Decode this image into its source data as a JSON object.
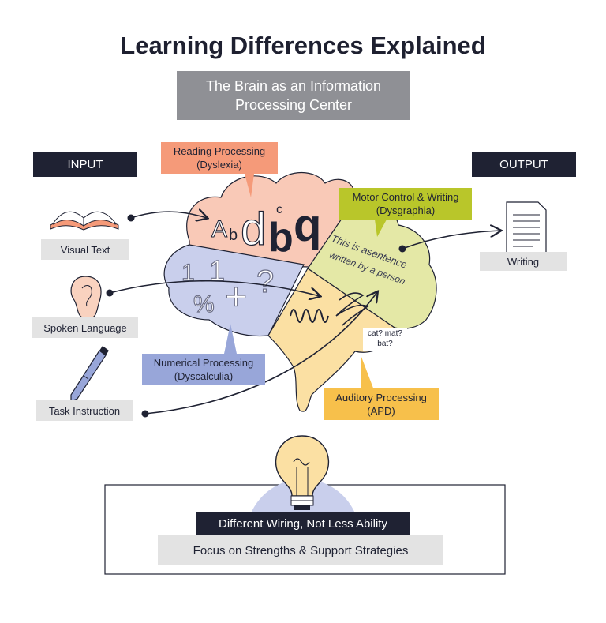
{
  "title": "Learning Differences Explained",
  "subtitle": "The Brain as an Information Processing Center",
  "input_label": "INPUT",
  "output_label": "OUTPUT",
  "inputs": [
    {
      "label": "Visual Text",
      "icon": "open-book-icon"
    },
    {
      "label": "Spoken Language",
      "icon": "ear-icon"
    },
    {
      "label": "Task Instruction",
      "icon": "pen-icon"
    }
  ],
  "output": {
    "label": "Writing",
    "icon": "document-icon"
  },
  "regions": {
    "reading": {
      "line1": "Reading Processing",
      "line2": "(Dyslexia)",
      "color": "#f59a79"
    },
    "motor": {
      "line1": "Motor Control & Writing",
      "line2": "(Dysgraphia)",
      "color": "#b9c62a"
    },
    "numerical": {
      "line1": "Numerical Processing",
      "line2": "(Dyscalculia)",
      "color": "#98a6d9"
    },
    "auditory": {
      "line1": "Auditory Processing",
      "line2": "(APD)",
      "color": "#f7c04b"
    }
  },
  "brain_text": {
    "letters": [
      "A",
      "b",
      "d",
      "c",
      "b",
      "q"
    ],
    "math": [
      "1",
      "1",
      "+",
      "?",
      "%"
    ],
    "handwriting": [
      "This is asentence",
      "written by a person"
    ],
    "note_line1": "cat? mat?",
    "note_line2": "bat?"
  },
  "footer": {
    "headline": "Different Wiring, Not Less Ability",
    "subline": "Focus on Strengths & Support Strategies",
    "icon": "lightbulb-icon"
  }
}
